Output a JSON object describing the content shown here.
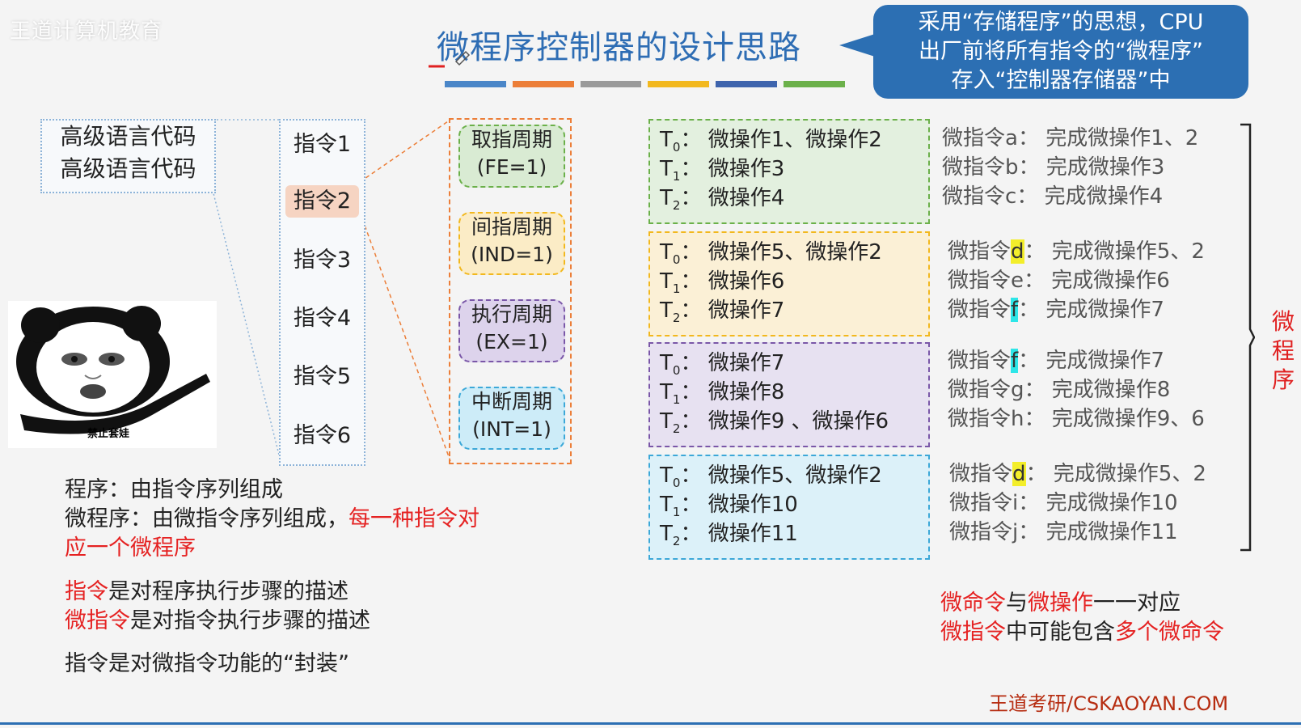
{
  "header": {
    "logo_text": "王道计算机教育",
    "title": "微程序控制器的设计思路",
    "color_bars": [
      "#4a86c8",
      "#ec7e38",
      "#9a9a9a",
      "#f2b81e",
      "#3e64ad",
      "#6bb04a"
    ]
  },
  "callout": {
    "lines": [
      "采用“存储程序”的思想，CPU",
      "出厂前将所有指令的“微程序”",
      "存入“控制器存储器”中"
    ]
  },
  "high_level": {
    "lines": [
      "高级语言代码",
      "高级语言代码"
    ]
  },
  "instructions": [
    "指令1",
    "指令2",
    "指令3",
    "指令4",
    "指令5",
    "指令6"
  ],
  "cycles": [
    {
      "name": "取指周期",
      "flag": "(FE=1)",
      "border": "#6bb04a",
      "fill": "#d9ebd3"
    },
    {
      "name": "间指周期",
      "flag": "(IND=1)",
      "border": "#f2b81e",
      "fill": "#fbecc6"
    },
    {
      "name": "执行周期",
      "flag": "(EX=1)",
      "border": "#7a57a8",
      "fill": "#ddd3ec"
    },
    {
      "name": "中断周期",
      "flag": "(INT=1)",
      "border": "#3ca8d8",
      "fill": "#cdecf8"
    }
  ],
  "micro_programs": [
    {
      "border": "#6bb04a",
      "fill": "#e3f0df",
      "steps": [
        {
          "t": "T",
          "sub": "0",
          "ops": "：  微操作1、微操作2"
        },
        {
          "t": "T",
          "sub": "1",
          "ops": "：  微操作3"
        },
        {
          "t": "T",
          "sub": "2",
          "ops": "：  微操作4"
        }
      ],
      "micro_instrs": [
        {
          "prefix": "微指令",
          "letter": "a",
          "hl": "",
          "desc": "：  完成微操作1、2"
        },
        {
          "prefix": "微指令",
          "letter": "b",
          "hl": "",
          "desc": "：  完成微操作3"
        },
        {
          "prefix": "微指令",
          "letter": "c",
          "hl": "",
          "desc": "：  完成微操作4"
        }
      ]
    },
    {
      "border": "#f2b81e",
      "fill": "#fbf0d6",
      "steps": [
        {
          "t": "T",
          "sub": "0",
          "ops": "：  微操作5、微操作2"
        },
        {
          "t": "T",
          "sub": "1",
          "ops": "：  微操作6"
        },
        {
          "t": "T",
          "sub": "2",
          "ops": "：  微操作7"
        }
      ],
      "micro_instrs": [
        {
          "prefix": "微指令",
          "letter": "d",
          "hl": "yellow",
          "desc": "：  完成微操作5、2"
        },
        {
          "prefix": "微指令",
          "letter": "e",
          "hl": "",
          "desc": "：  完成微操作6"
        },
        {
          "prefix": "微指令",
          "letter": "f",
          "hl": "cyan",
          "desc": "：  完成微操作7"
        }
      ]
    },
    {
      "border": "#7a57a8",
      "fill": "#e7e1f1",
      "steps": [
        {
          "t": "T",
          "sub": "0",
          "ops": "：  微操作7"
        },
        {
          "t": "T",
          "sub": "1",
          "ops": "：  微操作8"
        },
        {
          "t": "T",
          "sub": "2",
          "ops": "：  微操作9 、微操作6"
        }
      ],
      "micro_instrs": [
        {
          "prefix": "微指令",
          "letter": "f",
          "hl": "cyan",
          "desc": "：  完成微操作7"
        },
        {
          "prefix": "微指令",
          "letter": "g",
          "hl": "",
          "desc": "：  完成微操作8"
        },
        {
          "prefix": "微指令",
          "letter": "h",
          "hl": "",
          "desc": "：  完成微操作9、6"
        }
      ]
    },
    {
      "border": "#3ca8d8",
      "fill": "#dcf1f9",
      "steps": [
        {
          "t": "T",
          "sub": "0",
          "ops": "：  微操作5、微操作2"
        },
        {
          "t": "T",
          "sub": "1",
          "ops": "：  微操作10"
        },
        {
          "t": "T",
          "sub": "2",
          "ops": "：  微操作11"
        }
      ],
      "micro_instrs": [
        {
          "prefix": "微指令",
          "letter": "d",
          "hl": "yellow",
          "desc": "：  完成微操作5、2"
        },
        {
          "prefix": "微指令",
          "letter": "i",
          "hl": "",
          "desc": "：  完成微操作10"
        },
        {
          "prefix": "微指令",
          "letter": "j",
          "hl": "",
          "desc": "：  完成微操作11"
        }
      ]
    }
  ],
  "brace_label": [
    "微",
    "程",
    "序"
  ],
  "meme_caption": "禁止套娃",
  "notes": {
    "program": "程序：由指令序列组成",
    "microprogram_black": "微程序：由微指令序列组成，",
    "microprogram_red_1": "每一种指令对",
    "microprogram_red_2": "应一个微程序",
    "instr_red": "指令",
    "instr_black": "是对程序执行步骤的描述",
    "micro_red": "微指令",
    "micro_black": "是对指令执行步骤的描述",
    "encap": "指令是对微指令功能的“封装”"
  },
  "right_notes": {
    "l1_red_a": "微命令",
    "l1_black_a": "与",
    "l1_red_b": "微操作",
    "l1_black_b": "一一对应",
    "l2_red_a": "微指令",
    "l2_black_a": "中可能包含",
    "l2_red_b": "多个微命令"
  },
  "footer": {
    "brand": "王道考研/CSKAOYAN.COM"
  }
}
